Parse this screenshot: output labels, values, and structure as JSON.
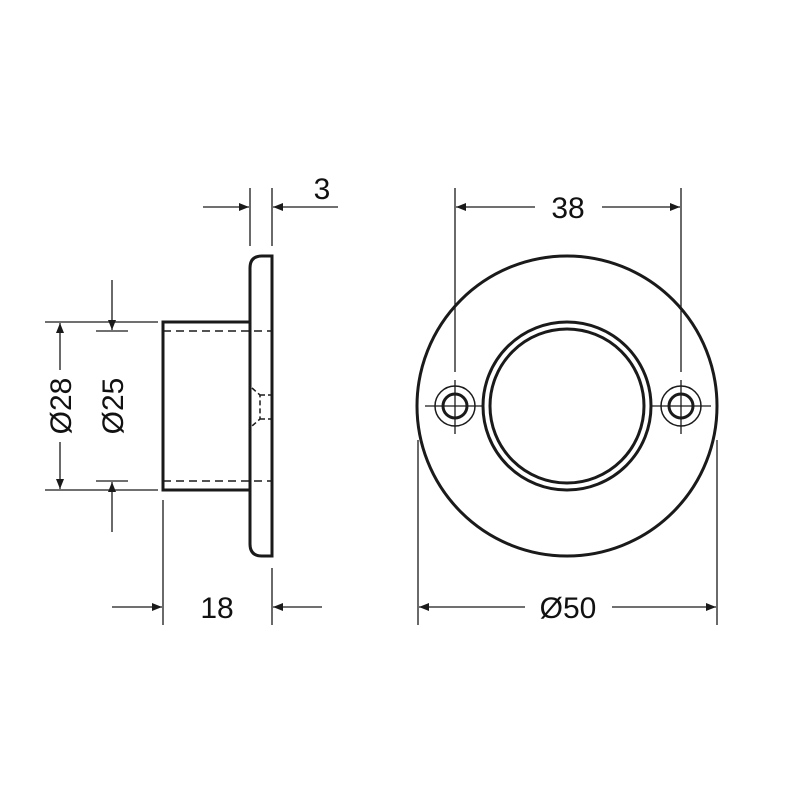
{
  "drawing": {
    "side_view": {
      "dim_flange_thickness": "3",
      "dim_outer_diameter": "Ø28",
      "dim_inner_diameter": "Ø25",
      "dim_depth": "18"
    },
    "front_view": {
      "dim_hole_spacing": "38",
      "dim_flange_diameter": "Ø50"
    },
    "colors": {
      "line": "#1a1a1a",
      "background": "#ffffff"
    }
  }
}
